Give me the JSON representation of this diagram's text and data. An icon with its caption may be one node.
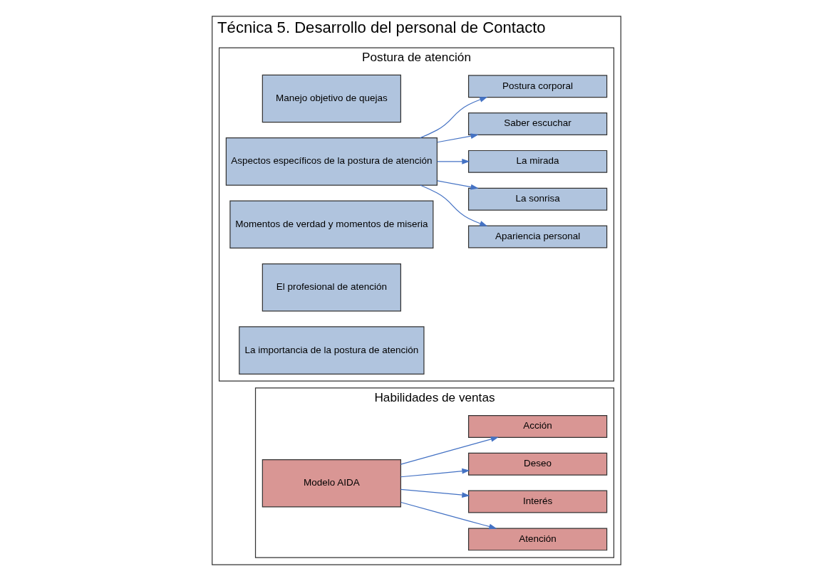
{
  "diagram": {
    "nodes": [
      {
        "text": [
          "Técnica 5. Desarrollo del personal de Contacto"
        ]
      },
      {
        "text": [
          "Postura de atención"
        ],
        "in": 0
      },
      {
        "text": [
          "Habilidades de ventas"
        ],
        "in": 0
      },
      {
        "text": [
          "La importancia de la postura de atención"
        ],
        "in": 1
      },
      {
        "text": [
          "El profesional de atención"
        ],
        "in": 1
      },
      {
        "text": [
          "Momentos de verdad y momentos de miseria"
        ],
        "in": 1
      },
      {
        "text": [
          "Aspectos específicos de la postura de atención"
        ],
        "in": 1
      },
      {
        "text": [
          "Apariencia personal"
        ],
        "in": 1
      },
      {
        "text": [
          "La sonrisa"
        ],
        "in": 1
      },
      {
        "text": [
          "La mirada"
        ],
        "in": 1
      },
      {
        "text": [
          "Saber escuchar"
        ],
        "in": 1
      },
      {
        "text": [
          "Postura corporal"
        ],
        "in": 1
      },
      {
        "text": [
          "Manejo objetivo de quejas"
        ],
        "in": 1
      },
      {
        "text": [
          "Modelo AIDA"
        ],
        "in": 2
      },
      {
        "text": [
          "Atención"
        ],
        "in": 2
      },
      {
        "text": [
          "Interés"
        ],
        "in": 2
      },
      {
        "text": [
          "Deseo"
        ],
        "in": 2
      },
      {
        "text": [
          "Acción"
        ],
        "in": 2
      }
    ],
    "edges": [
      {
        "from": 6,
        "to": 7,
        "arrow": "to"
      },
      {
        "from": 6,
        "to": 8,
        "arrow": "to"
      },
      {
        "from": 6,
        "to": 9,
        "arrow": "to"
      },
      {
        "from": 6,
        "to": 10,
        "arrow": "to"
      },
      {
        "from": 6,
        "to": 11,
        "arrow": "to"
      },
      {
        "from": 13,
        "to": 14,
        "arrow": "to"
      },
      {
        "from": 13,
        "to": 15,
        "arrow": "to"
      },
      {
        "from": 13,
        "to": 16,
        "arrow": "to"
      },
      {
        "from": 13,
        "to": 17,
        "arrow": "to"
      }
    ]
  }
}
